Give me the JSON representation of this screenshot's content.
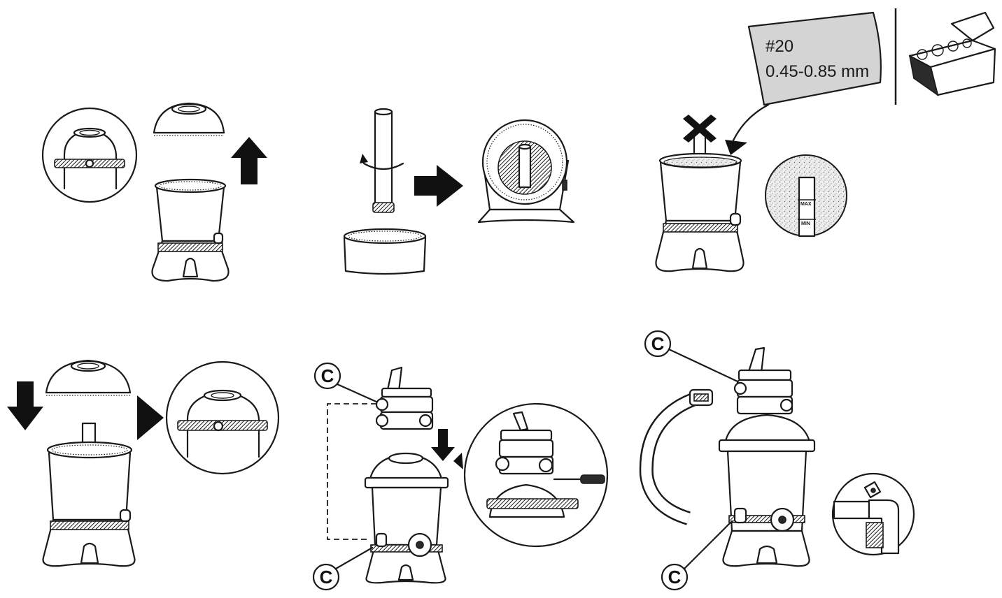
{
  "sand_bag": {
    "grade": "#20",
    "size_range": "0.45-0.85 mm"
  },
  "sand_level_gauge": {
    "max_label": "MAX",
    "min_label": "MIN"
  },
  "connector_callout": {
    "letter": "C"
  }
}
